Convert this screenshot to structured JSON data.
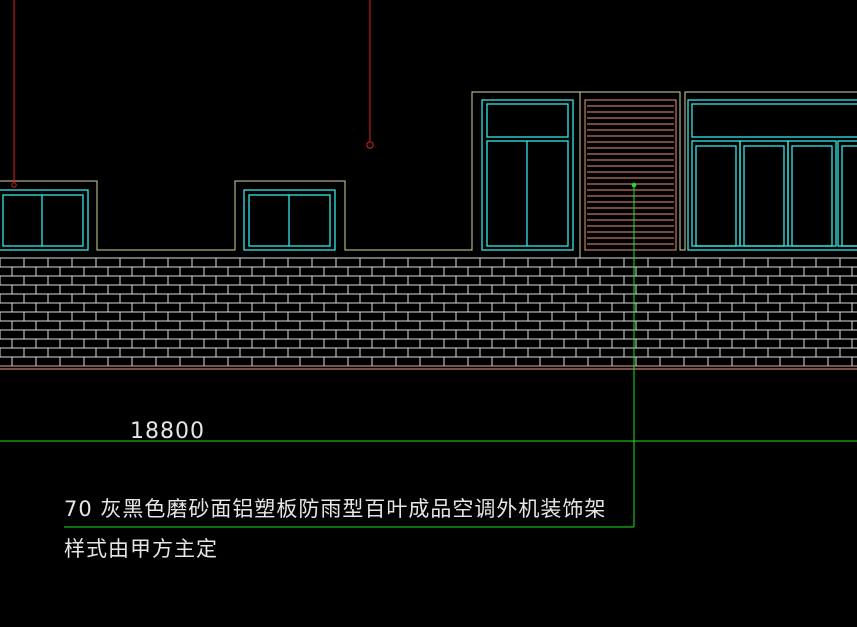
{
  "drawing": {
    "background": "#000000",
    "colors": {
      "wall_outline": "#d8d49c",
      "window_frame": "#31e6e6",
      "brick": "#dcdcdc",
      "brick_base": "#e8a08a",
      "louver": "#e8947a",
      "red_leader": "#e02020",
      "green_leader": "#20e020",
      "text": "#e6e6e6"
    },
    "dimension": {
      "value": "18800"
    },
    "annotation": {
      "line1": "70 灰黑色磨砂面铝塑板防雨型百叶成品空调外机装饰架",
      "line2": "样式由甲方主定"
    }
  }
}
